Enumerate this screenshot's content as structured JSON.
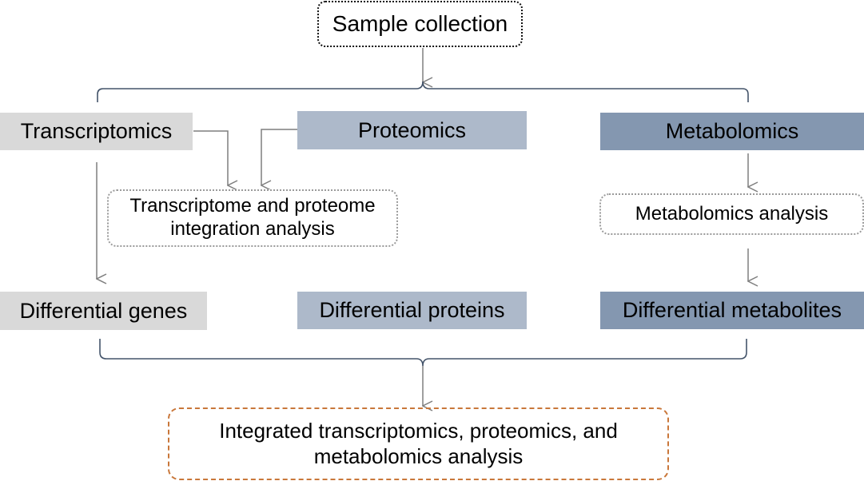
{
  "diagram": {
    "start": {
      "label": "Sample collection"
    },
    "omics": [
      {
        "id": "transcriptomics",
        "label": "Transcriptomics",
        "color": "#d9d9d9"
      },
      {
        "id": "proteomics",
        "label": "Proteomics",
        "color": "#adb9ca"
      },
      {
        "id": "metabolomics",
        "label": "Metabolomics",
        "color": "#8497b0"
      }
    ],
    "analyses": [
      {
        "id": "tp-integration",
        "label": "Transcriptome and proteome integration analysis"
      },
      {
        "id": "metabolomics-analysis",
        "label": "Metabolomics analysis"
      }
    ],
    "results": [
      {
        "id": "diff-genes",
        "label": "Differential genes",
        "color": "#d9d9d9"
      },
      {
        "id": "diff-proteins",
        "label": "Differential proteins",
        "color": "#adb9ca"
      },
      {
        "id": "diff-metabolites",
        "label": "Differential metabolites",
        "color": "#8497b0"
      }
    ],
    "final": {
      "label": "Integrated transcriptomics, proteomics, and metabolomics analysis",
      "border_color": "#c9773a"
    },
    "edges": [
      [
        "Sample collection",
        "Transcriptomics"
      ],
      [
        "Sample collection",
        "Proteomics"
      ],
      [
        "Sample collection",
        "Metabolomics"
      ],
      [
        "Transcriptomics",
        "Transcriptome and proteome integration analysis"
      ],
      [
        "Proteomics",
        "Transcriptome and proteome integration analysis"
      ],
      [
        "Transcriptomics",
        "Differential genes"
      ],
      [
        "Metabolomics",
        "Metabolomics analysis"
      ],
      [
        "Metabolomics analysis",
        "Differential metabolites"
      ],
      [
        "Differential genes",
        "Integrated transcriptomics, proteomics, and metabolomics analysis"
      ],
      [
        "Differential proteins",
        "Integrated transcriptomics, proteomics, and metabolomics analysis"
      ],
      [
        "Differential metabolites",
        "Integrated transcriptomics, proteomics, and metabolomics analysis"
      ]
    ],
    "colors": {
      "bracket": "#44546a",
      "arrow": "#7f7f7f"
    }
  }
}
